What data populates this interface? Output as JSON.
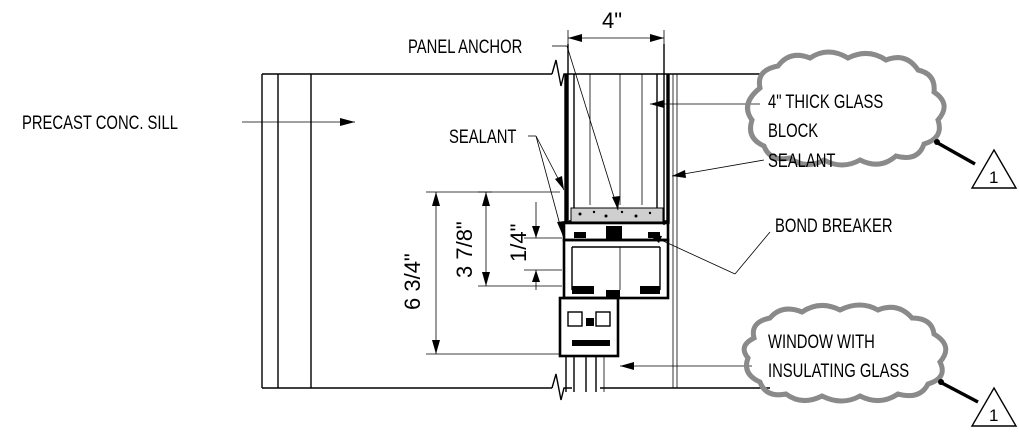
{
  "labels": {
    "panel_anchor": "PANEL ANCHOR",
    "precast_sill": "PRECAST CONC. SILL",
    "sealant_left": "SEALANT",
    "sealant_right": "SEALANT",
    "glass_block_line1": "4\" THICK GLASS",
    "glass_block_line2": "BLOCK",
    "bond_breaker": "BOND BREAKER",
    "window_line1": "WINDOW WITH",
    "window_line2": "INSULATING GLASS"
  },
  "dimensions": {
    "top_width": "4\"",
    "overall_height": "6 3/4\"",
    "mid_height": "3 7/8\"",
    "small_height": "1/4\""
  },
  "revision_tags": [
    "1",
    "1"
  ],
  "colors": {
    "line": "#000000",
    "cloud": "#8a8a8a",
    "grout": "#cfcfcf"
  }
}
